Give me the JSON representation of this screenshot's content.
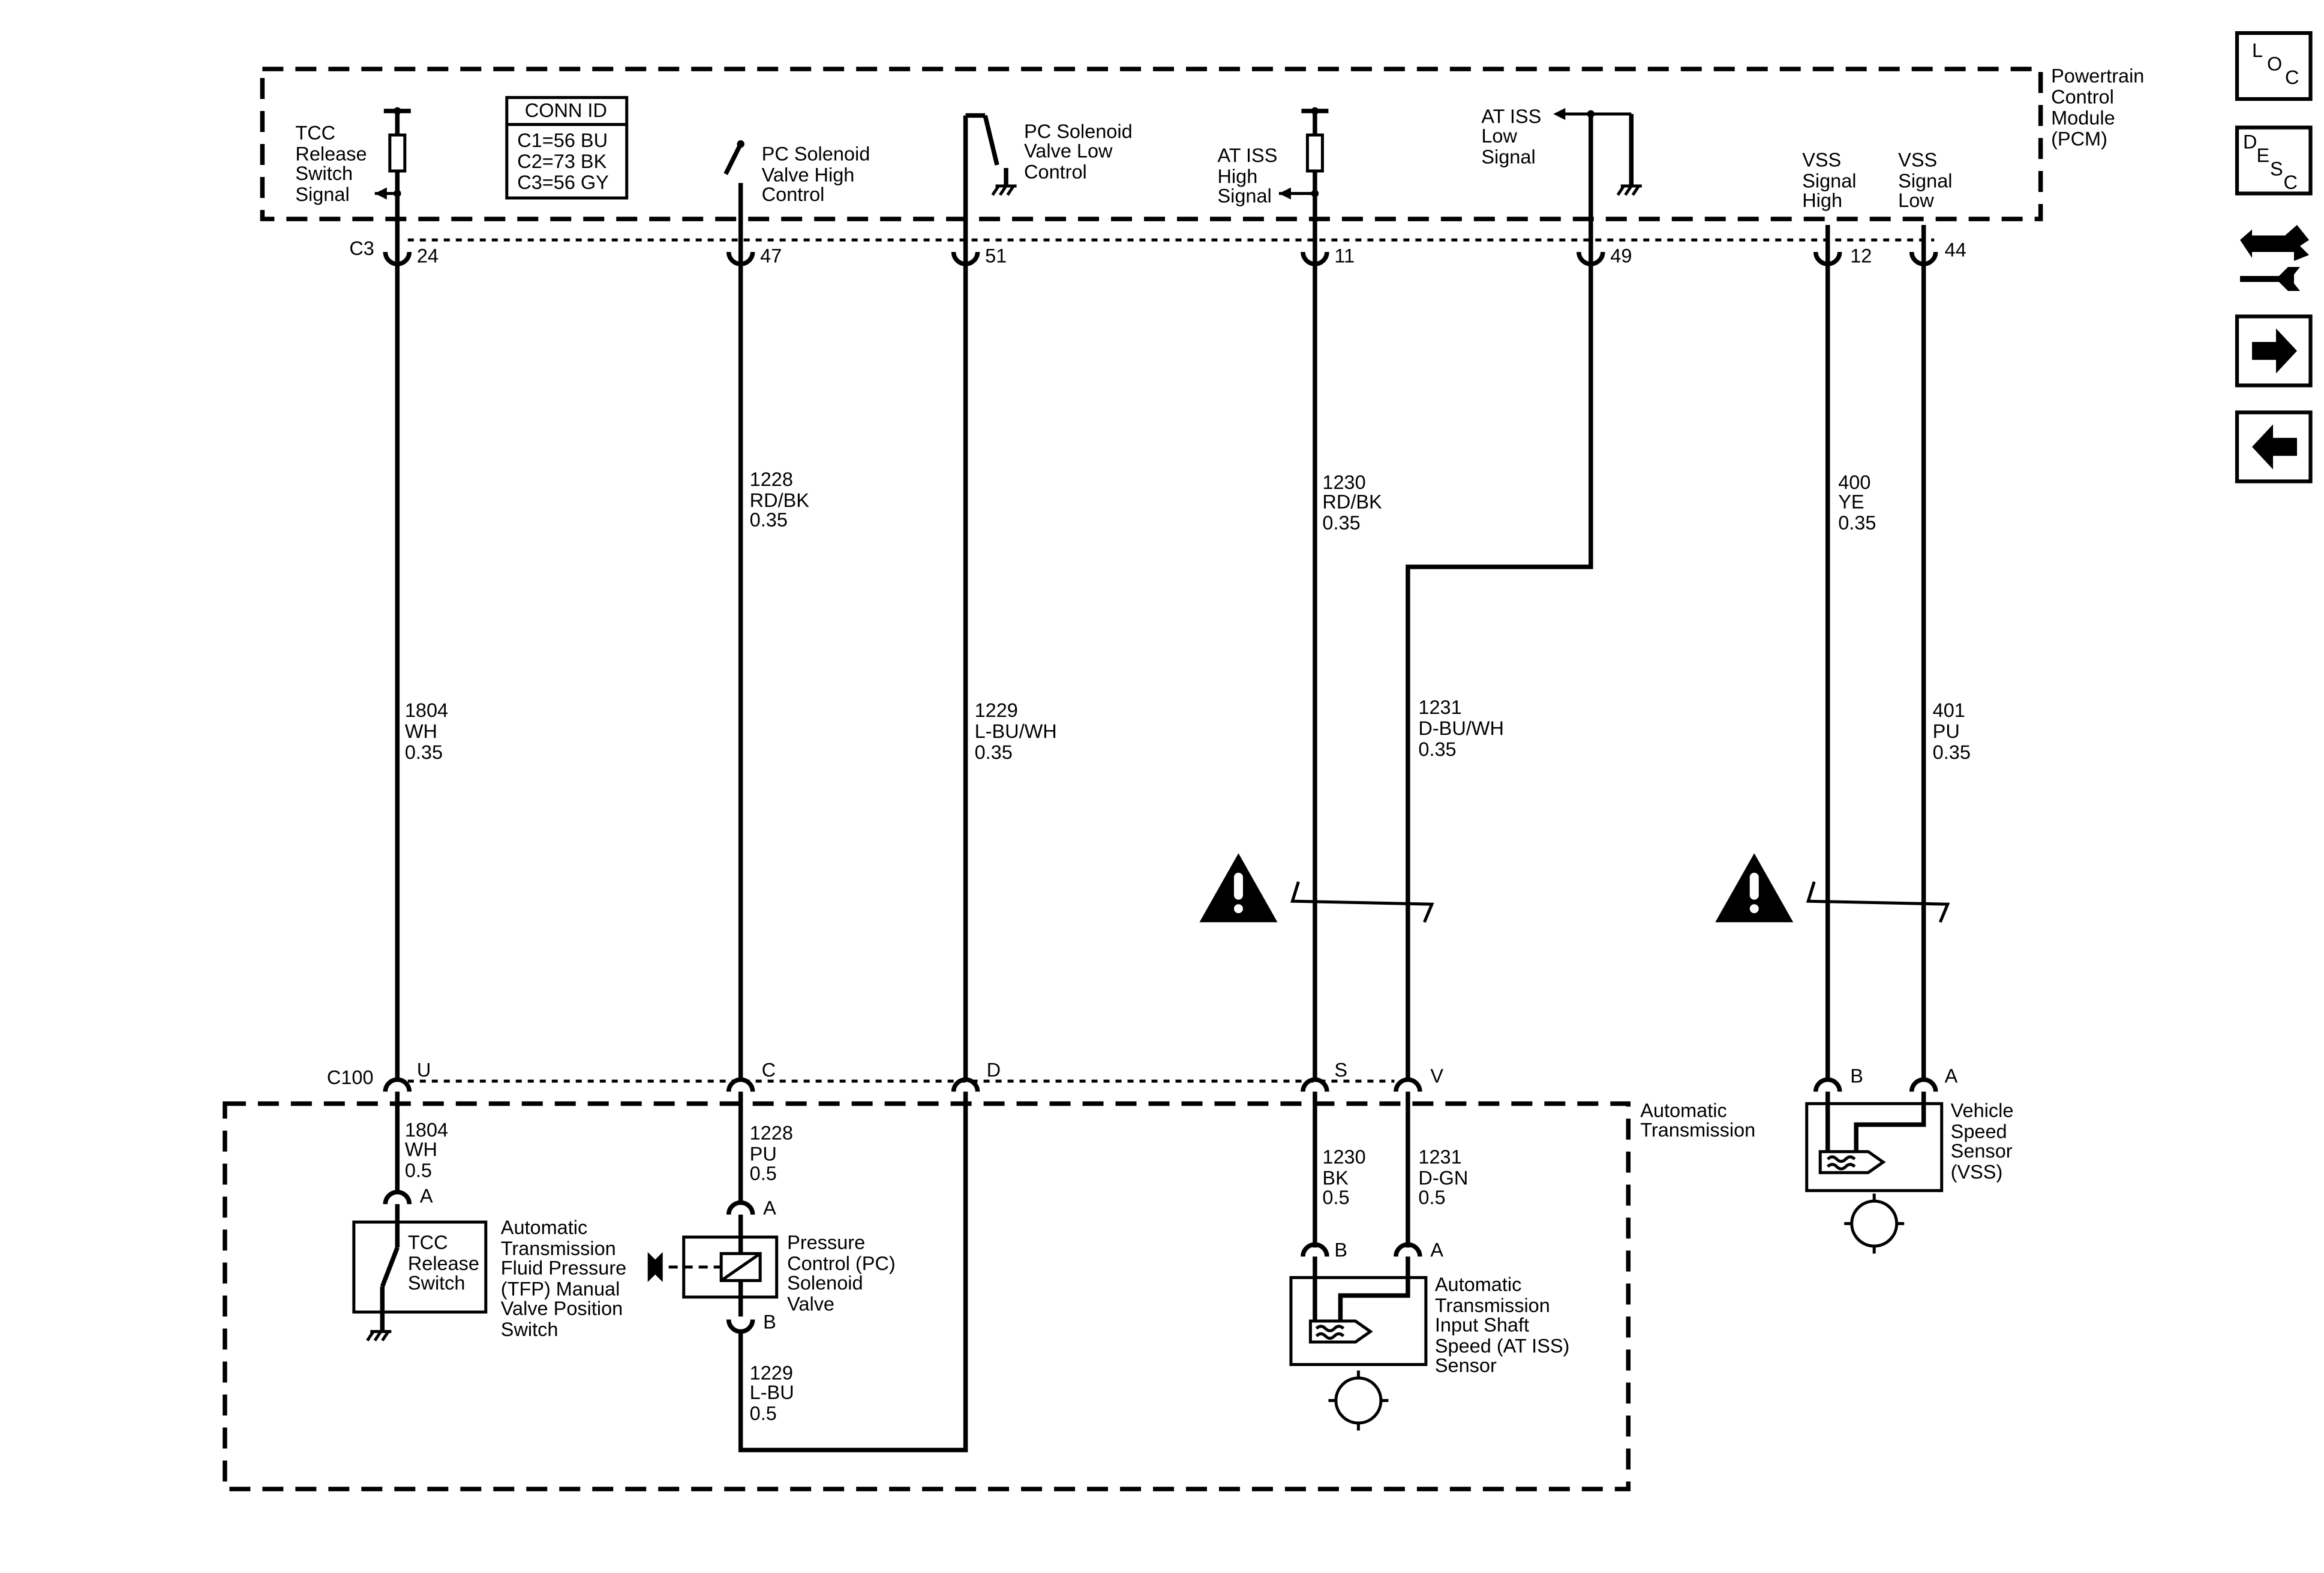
{
  "pcm": {
    "label": [
      "Powertrain",
      "Control",
      "Module",
      "(PCM)"
    ],
    "connector": "C3",
    "conn_id": {
      "title": "CONN ID",
      "rows": [
        "C1=56 BU",
        "C2=73 BK",
        "C3=56 GY"
      ]
    },
    "signals": {
      "tcc": [
        "TCC",
        "Release",
        "Switch",
        "Signal"
      ],
      "pc_high": [
        "PC Solenoid",
        "Valve High",
        "Control"
      ],
      "pc_low": [
        "PC Solenoid",
        "Valve Low",
        "Control"
      ],
      "iss_high": [
        "AT ISS",
        "High",
        "Signal"
      ],
      "iss_low": [
        "AT ISS",
        "Low",
        "Signal"
      ],
      "vss_high": [
        "VSS",
        "Signal",
        "High"
      ],
      "vss_low": [
        "VSS",
        "Signal",
        "Low"
      ]
    },
    "pins": [
      "24",
      "47",
      "51",
      "11",
      "49",
      "12",
      "44"
    ]
  },
  "wires_upper": {
    "w1804": [
      "1804",
      "WH",
      "0.35"
    ],
    "w1228": [
      "1228",
      "RD/BK",
      "0.35"
    ],
    "w1229": [
      "1229",
      "L-BU/WH",
      "0.35"
    ],
    "w1230": [
      "1230",
      "RD/BK",
      "0.35"
    ],
    "w1231": [
      "1231",
      "D-BU/WH",
      "0.35"
    ],
    "w400": [
      "400",
      "YE",
      "0.35"
    ],
    "w401": [
      "401",
      "PU",
      "0.35"
    ]
  },
  "c100": {
    "name": "C100",
    "pins": [
      "U",
      "C",
      "D",
      "S",
      "V",
      "B",
      "A"
    ]
  },
  "transmission": {
    "label": [
      "Automatic",
      "Transmission"
    ],
    "wires": {
      "w1804": [
        "1804",
        "WH",
        "0.5"
      ],
      "w1228": [
        "1228",
        "PU",
        "0.5"
      ],
      "w1229": [
        "1229",
        "L-BU",
        "0.5"
      ],
      "w1230": [
        "1230",
        "BK",
        "0.5"
      ],
      "w1231": [
        "1231",
        "D-GN",
        "0.5"
      ]
    },
    "tcc_switch": {
      "pin": "A",
      "inner": [
        "TCC",
        "Release",
        "Switch"
      ],
      "label": [
        "Automatic",
        "Transmission",
        "Fluid Pressure",
        "(TFP) Manual",
        "Valve Position",
        "Switch"
      ]
    },
    "pc_solenoid": {
      "pins": [
        "A",
        "B"
      ],
      "label": [
        "Pressure",
        "Control (PC)",
        "Solenoid",
        "Valve"
      ]
    },
    "iss_sensor": {
      "pins": [
        "B",
        "A"
      ],
      "label": [
        "Automatic",
        "Transmission",
        "Input Shaft",
        "Speed (AT ISS)",
        "Sensor"
      ]
    }
  },
  "vss": {
    "pins": [
      "B",
      "A"
    ],
    "label": [
      "Vehicle",
      "Speed",
      "Sensor",
      "(VSS)"
    ]
  },
  "nav": {
    "loc": "LOC",
    "desc": "DESC",
    "buttons": [
      "loc-button",
      "desc-button",
      "component-button",
      "next-button",
      "previous-button"
    ]
  }
}
